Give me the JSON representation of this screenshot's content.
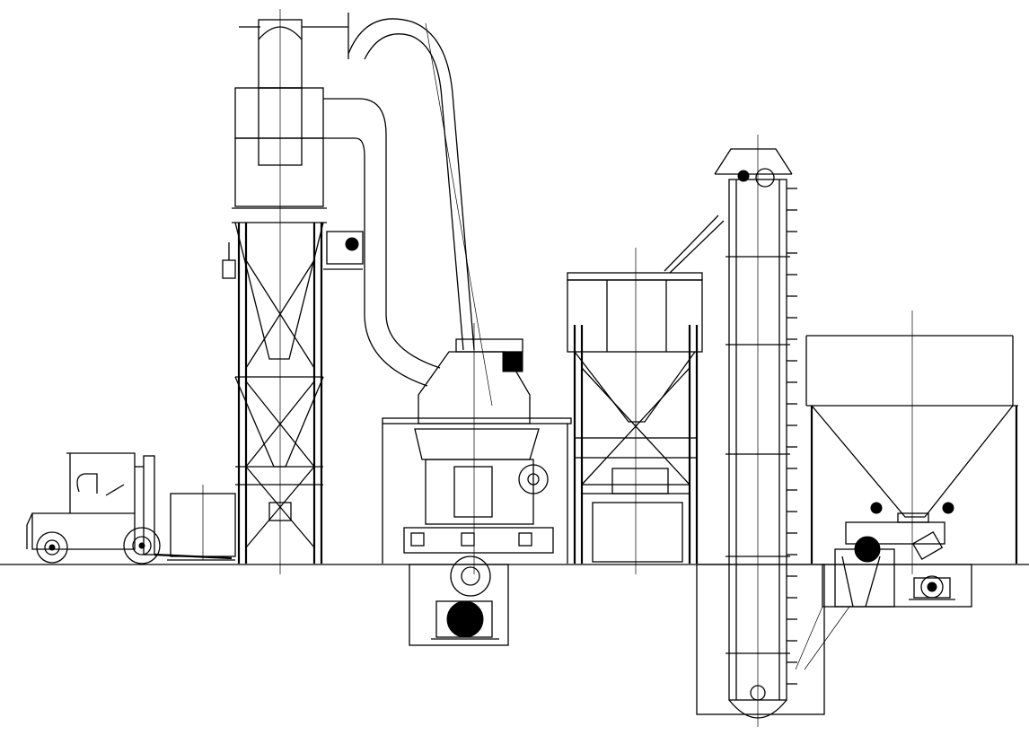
{
  "drawing": {
    "background_color": "#ffffff",
    "line_color": "#000000",
    "equipment": [
      "forklift",
      "bulk-bag",
      "cyclone-collector",
      "air-duct",
      "grinding-mill",
      "mill-drive-motor",
      "storage-hopper",
      "bucket-elevator",
      "jaw-crusher",
      "feed-bin"
    ]
  }
}
